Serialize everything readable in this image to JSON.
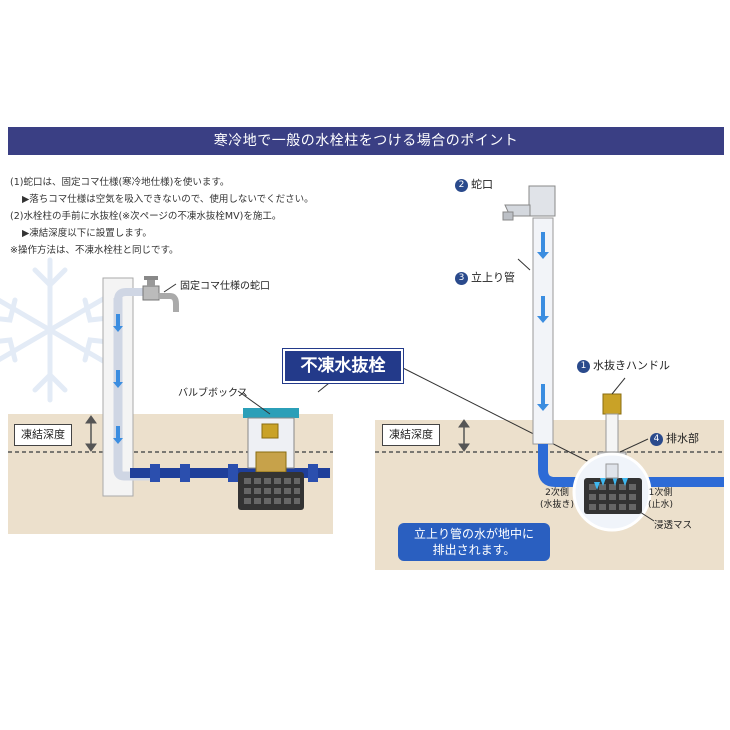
{
  "title": "寒冷地で一般の水栓柱をつける場合のポイント",
  "notes": [
    "(1)蛇口は、固定コマ仕様(寒冷地仕様)を使います。",
    "▶落ちコマ仕様は空気を吸入できないので、使用しないでください。",
    "(2)水栓柱の手前に水抜栓(※次ページの不凍水抜栓MV)を施工。",
    "▶凍結深度以下に設置します。",
    "※操作方法は、不凍水栓柱と同じです。"
  ],
  "left_diagram": {
    "faucet_label": "固定コマ仕様の蛇口",
    "valve_box_label": "バルブボックス",
    "frost_depth_label": "凍結深度"
  },
  "center_callout": "不凍水抜栓",
  "right_diagram": {
    "items": [
      {
        "num": "2",
        "label": "蛇口"
      },
      {
        "num": "3",
        "label": "立上り管"
      },
      {
        "num": "1",
        "label": "水抜きハンドル"
      },
      {
        "num": "4",
        "label": "排水部"
      }
    ],
    "frost_depth_label": "凍結深度",
    "secondary_side": "2次側",
    "secondary_note": "(水抜き)",
    "primary_side": "1次側",
    "primary_note": "(止水)",
    "basin_label": "浸透マス",
    "bubble_line1": "立上り管の水が地中に",
    "bubble_line2": "排出されます。"
  },
  "colors": {
    "title_bg": "#3a3f84",
    "ground": "#e9dcc8",
    "pipe_blue": "#1f3f9a",
    "water_arrow": "#3b8de0",
    "callout_bg": "#233a8a",
    "bubble_bg": "#2a5fc0"
  },
  "icons": [
    "snowflake-icon",
    "arrow-down-icon"
  ]
}
